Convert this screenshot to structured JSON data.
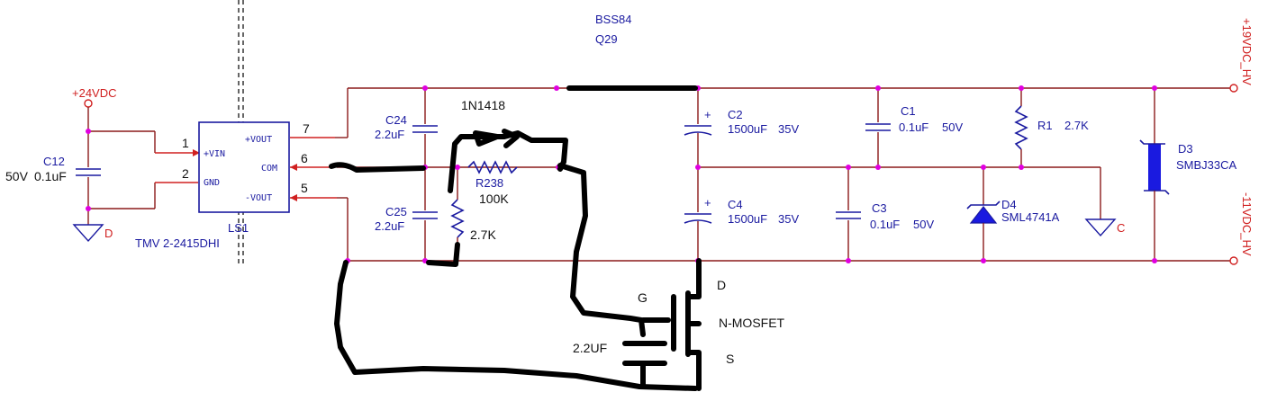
{
  "header": {
    "part": "BSS84",
    "ref": "Q29"
  },
  "power": {
    "vin": "+24VDC",
    "vout_pos": "+19VDC_HV",
    "vout_neg": "-11VDC_HV",
    "gnd_d": "D",
    "gnd_c": "C"
  },
  "converter": {
    "ref": "LS1",
    "part": "TMV 2-2415DHI",
    "pin_vin": "+VIN",
    "pin_gnd": "GND",
    "pin_vout": "+VOUT",
    "pin_com": "COM",
    "pin_nvout": "-VOUT",
    "num1": "1",
    "num2": "2",
    "num5": "5",
    "num6": "6",
    "num7": "7"
  },
  "components": {
    "c12_ref": "C12",
    "c12_val": "0.1uF",
    "c12_v": "50V",
    "c24_ref": "C24",
    "c24_val": "2.2uF",
    "c25_ref": "C25",
    "c25_val": "2.2uF",
    "diode_1n": "1N1418",
    "r238_ref": "R238",
    "r238_val": "100K",
    "r_small_val": "2.7K",
    "c2_ref": "C2",
    "c2_val": "1500uF",
    "c2_v": "35V",
    "c4_ref": "C4",
    "c4_val": "1500uF",
    "c4_v": "35V",
    "c1_ref": "C1",
    "c1_val": "0.1uF",
    "c1_v": "50V",
    "c3_ref": "C3",
    "c3_val": "0.1uF",
    "c3_v": "50V",
    "r1_ref": "R1",
    "r1_val": "2.7K",
    "d3_ref": "D3",
    "d3_part": "SMBJ33CA",
    "d4_ref": "D4",
    "d4_part": "SML4741A",
    "plus": "+"
  },
  "handdrawn": {
    "mosfet": "N-MOSFET",
    "drain": "D",
    "gate": "G",
    "source": "S",
    "cap": "2.2UF"
  }
}
